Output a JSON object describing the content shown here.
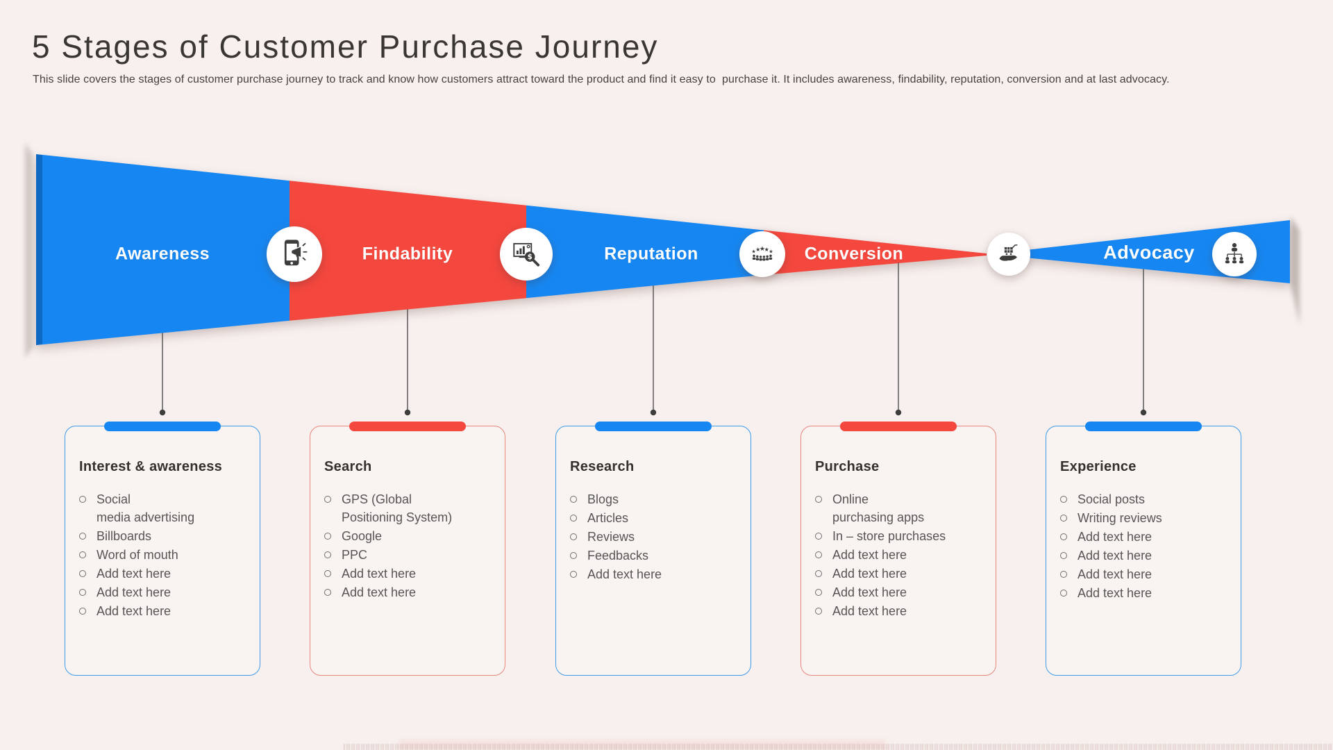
{
  "slide": {
    "title": "5 Stages of Customer Purchase Journey",
    "subtitle": "This slide covers the stages of customer purchase journey to track and know how customers attract toward the product and find it easy to  purchase it. It includes awareness, findability, reputation, conversion and at last advocacy."
  },
  "colors": {
    "background": "#f7f0ee",
    "blue": "#1687f2",
    "red": "#f4473e",
    "icon_glyph": "#3c3c3b",
    "stage_label_text": "#ffffff"
  },
  "stages": [
    {
      "label": "Awareness",
      "color": "blue",
      "icon": "phone-megaphone-icon"
    },
    {
      "label": "Findability",
      "color": "red",
      "icon": "search-analytics-icon"
    },
    {
      "label": "Reputation",
      "color": "blue",
      "icon": "rating-stars-icon"
    },
    {
      "label": "Conversion",
      "color": "red",
      "icon": "hand-cart-icon"
    },
    {
      "label": "Advocacy",
      "color": "blue",
      "icon": "people-network-icon"
    }
  ],
  "cards": [
    {
      "title": "Interest & awareness",
      "accent": "blue",
      "items": [
        "Social\nmedia advertising",
        "Billboards",
        "Word of mouth",
        "Add text here",
        "Add text here",
        "Add text here"
      ]
    },
    {
      "title": "Search",
      "accent": "red",
      "items": [
        "GPS (Global\nPositioning System)",
        "Google",
        "PPC",
        "Add text here",
        "Add text here"
      ]
    },
    {
      "title": "Research",
      "accent": "blue",
      "items": [
        "Blogs",
        "Articles",
        "Reviews",
        "Feedbacks",
        "Add text here"
      ]
    },
    {
      "title": "Purchase",
      "accent": "red",
      "items": [
        "Online\npurchasing apps",
        "In – store purchases",
        "Add text here",
        "Add text here",
        "Add text here",
        "Add text here"
      ]
    },
    {
      "title": "Experience",
      "accent": "blue",
      "items": [
        "Social posts",
        "Writing reviews",
        "Add text here",
        "Add text here",
        "Add text here",
        "Add text here"
      ]
    }
  ]
}
